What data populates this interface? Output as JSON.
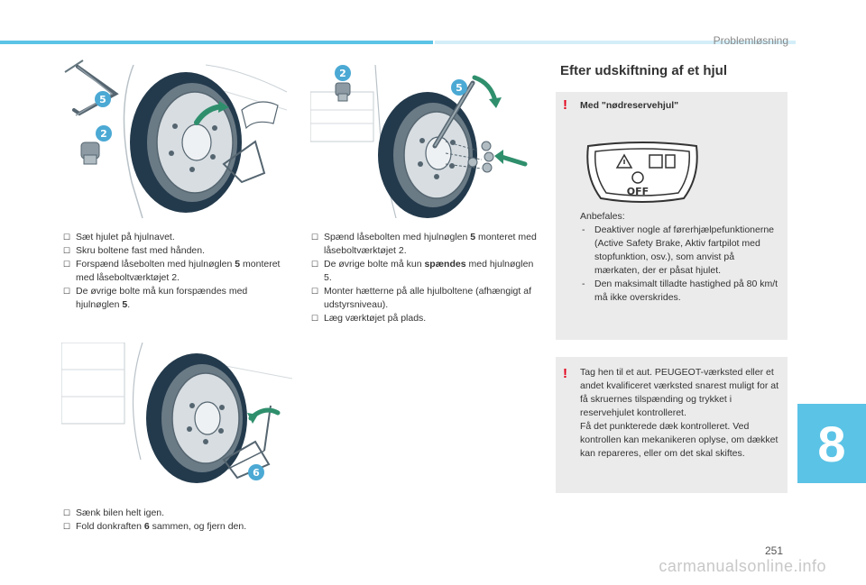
{
  "header": {
    "section": "Problemløsning"
  },
  "chapter": "8",
  "page_number": "251",
  "watermark": "carmanualsonline.info",
  "figures": {
    "fig1": {
      "callouts": [
        "5",
        "2"
      ]
    },
    "fig2": {
      "callouts": [
        "2",
        "5"
      ]
    },
    "fig3": {
      "callouts": [
        "6"
      ]
    }
  },
  "steps1": [
    {
      "pre": "Sæt hjulet på hjulnavet.",
      "b": "",
      "post": ""
    },
    {
      "pre": "Skru boltene fast med hånden.",
      "b": "",
      "post": ""
    },
    {
      "pre": "Forspænd låsebolten med hjulnøglen ",
      "b": "5",
      "post": " monteret med låseboltværktøjet 2."
    },
    {
      "pre": "De øvrige bolte må kun forspændes med hjulnøglen ",
      "b": "5",
      "post": "."
    }
  ],
  "steps2": [
    {
      "pre": "Spænd låsebolten med hjulnøglen ",
      "b": "5",
      "post": " monteret med låseboltværktøjet 2."
    },
    {
      "pre": "De øvrige bolte må kun ",
      "b": "spændes",
      "post": " med hjulnøglen 5."
    },
    {
      "pre": "Monter hætterne på alle hjulboltene (afhængigt af udstyrsniveau).",
      "b": "",
      "post": ""
    },
    {
      "pre": "Læg værktøjet på plads.",
      "b": "",
      "post": ""
    }
  ],
  "steps3": [
    {
      "pre": "Sænk bilen helt igen.",
      "b": "",
      "post": ""
    },
    {
      "pre": "Fold donkraften ",
      "b": "6",
      "post": " sammen, og fjern den."
    }
  ],
  "right": {
    "heading": "Efter udskiftning af et hjul",
    "warn_symbol": "!",
    "box1": {
      "title": "Med \"nødreservehjul\"",
      "label_text": "OFF",
      "intro": "Anbefales:",
      "items": [
        "Deaktiver nogle af førerhjælpefunktionerne (Active Safety Brake, Aktiv fartpilot med stopfunktion, osv.), som anvist på mærkaten, der er påsat hjulet.",
        "Den maksimalt tilladte hastighed på 80 km/t må ikke overskrides."
      ]
    },
    "box2": {
      "p1": "Tag hen til et aut. PEUGEOT-værksted eller et andet kvalificeret værksted snarest muligt for at få skruernes tilspænding og trykket i reservehjulet kontrolleret.",
      "p2": "Få det punkterede dæk kontrolleret. Ved kontrollen kan mekanikeren oplyse, om dækket kan repareres, eller om det skal skiftes."
    }
  },
  "colors": {
    "accent": "#5bc3e6",
    "warning": "#e3001b",
    "callout": "#4ba9d4"
  }
}
